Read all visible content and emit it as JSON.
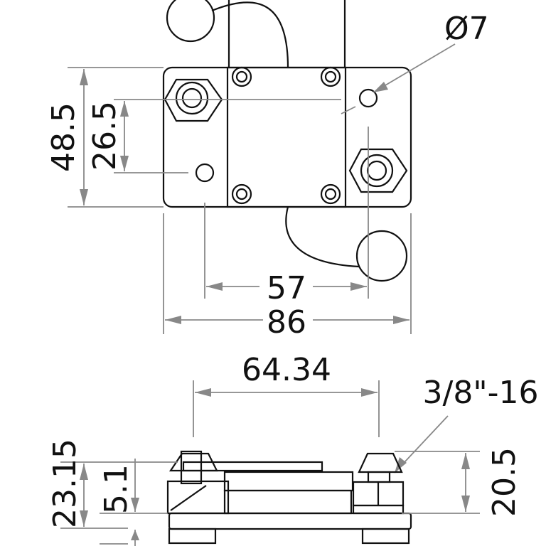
{
  "top_view": {
    "hole_diameter": "Ø7",
    "height_overall": "48.5",
    "height_hole_spacing": "26.5",
    "width_hole_spacing": "57",
    "width_overall": "86"
  },
  "side_view": {
    "stud_spacing": "64.34",
    "thread_spec": "3/8\"-16",
    "height_overall": "23.15",
    "base_thickness": "5.1",
    "stud_height": "20.5"
  },
  "colors": {
    "line": "#111111",
    "dimension": "#888888"
  }
}
